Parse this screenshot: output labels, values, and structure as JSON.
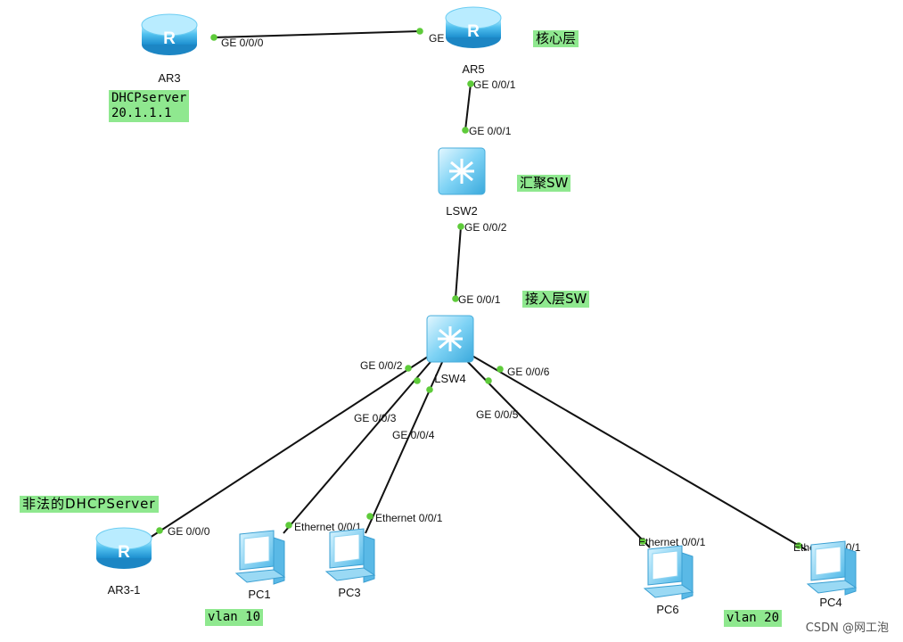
{
  "devices": [
    {
      "id": "ar3",
      "kind": "router",
      "label": "AR3"
    },
    {
      "id": "ar5",
      "kind": "router",
      "label": "AR5"
    },
    {
      "id": "lsw2",
      "kind": "switch",
      "label": "LSW2"
    },
    {
      "id": "lsw4",
      "kind": "switch",
      "label": "LSW4"
    },
    {
      "id": "ar3-1",
      "kind": "router",
      "label": "AR3-1"
    },
    {
      "id": "pc1",
      "kind": "pc",
      "label": "PC1"
    },
    {
      "id": "pc3",
      "kind": "pc",
      "label": "PC3"
    },
    {
      "id": "pc6",
      "kind": "pc",
      "label": "PC6"
    },
    {
      "id": "pc4",
      "kind": "pc",
      "label": "PC4"
    }
  ],
  "links": [
    {
      "id": "ar3-ar5",
      "a_port": "GE 0/0/0",
      "b_port": "GE 0/0/0"
    },
    {
      "id": "ar5-lsw2",
      "a_port": "GE 0/0/1",
      "b_port": "GE 0/0/1"
    },
    {
      "id": "lsw2-lsw4",
      "a_port": "GE 0/0/2",
      "b_port": "GE 0/0/1"
    },
    {
      "id": "lsw4-ar31",
      "a_port": "GE 0/0/2",
      "b_port": "GE 0/0/0"
    },
    {
      "id": "lsw4-pc1",
      "a_port": "GE 0/0/3",
      "b_port": "Ethernet 0/0/1"
    },
    {
      "id": "lsw4-pc3",
      "a_port": "GE 0/0/4",
      "b_port": "Ethernet 0/0/1"
    },
    {
      "id": "lsw4-pc6",
      "a_port": "GE 0/0/5",
      "b_port": "Ethernet 0/0/1"
    },
    {
      "id": "lsw4-pc4",
      "a_port": "GE 0/0/6",
      "b_port": "Ethernet 0/0/1"
    }
  ],
  "annotations": {
    "dhcp_server": "DHCPserver\n20.1.1.1",
    "core_layer": "核心层",
    "aggregation_sw": "汇聚SW",
    "access_sw": "接入层SW",
    "rogue_dhcp": "非法的DHCPServer",
    "vlan10": "vlan 10",
    "vlan20": "vlan 20"
  },
  "watermark": "CSDN @网工泡",
  "colors": {
    "link": "#111111",
    "port_dot": "#5ecb3a",
    "tag_bg": "#8fe88f",
    "router_blue": "#3fb2e6",
    "switch_blue": "#6cc8ef"
  }
}
